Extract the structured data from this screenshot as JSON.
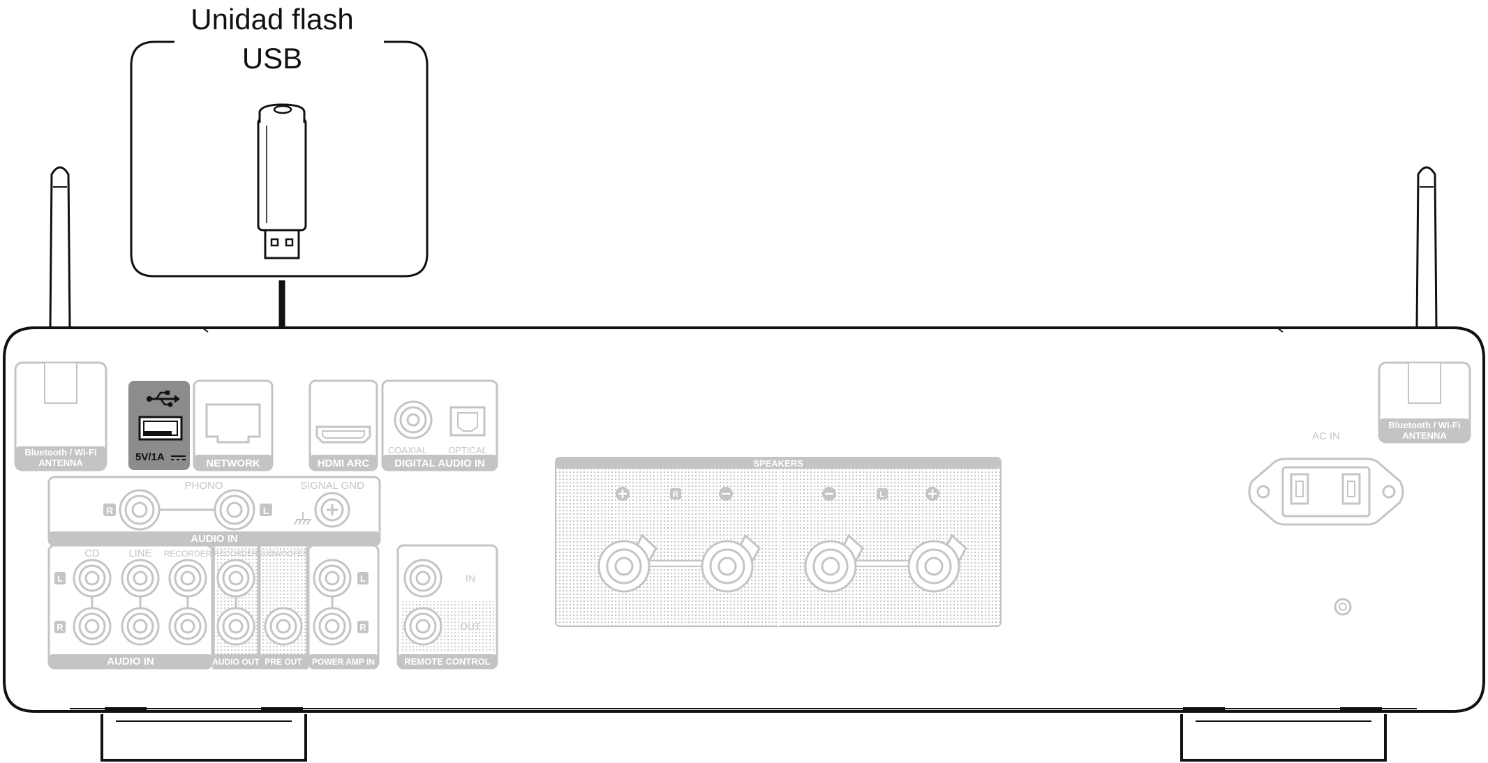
{
  "callout": {
    "line1": "Unidad flash",
    "line2": "USB"
  },
  "panel": {
    "antenna_left": [
      "Bluetooth / Wi-Fi",
      "ANTENNA"
    ],
    "antenna_right": [
      "Bluetooth / Wi-Fi",
      "ANTENNA"
    ],
    "usb_rating": "5V/1A",
    "network": "NETWORK",
    "hdmi": "HDMI ARC",
    "coaxial": "COAXIAL",
    "optical": "OPTICAL",
    "digital_audio_in": "DIGITAL AUDIO IN",
    "phono": "PHONO",
    "signal_gnd": "SIGNAL GND",
    "audio_in_phono": "AUDIO IN",
    "cd": "CD",
    "line": "LINE",
    "recorder": "RECORDER",
    "recorder_out": "RECORDER",
    "subwoofer": "SUBWOOFER",
    "audio_in": "AUDIO IN",
    "audio_out": "AUDIO OUT",
    "pre_out": "PRE OUT",
    "power_amp_in": "POWER AMP IN",
    "remote_in": "IN",
    "remote_out": "OUT",
    "remote_control": "REMOTE CONTROL",
    "speakers": "SPEAKERS",
    "ch_r": "R",
    "ch_l": "L",
    "ac_in": "AC IN"
  },
  "colors": {
    "outline": "#111111",
    "faded": "#c4c4c4",
    "faded_text": "#ffffff",
    "highlight": "#8c8c8c"
  }
}
